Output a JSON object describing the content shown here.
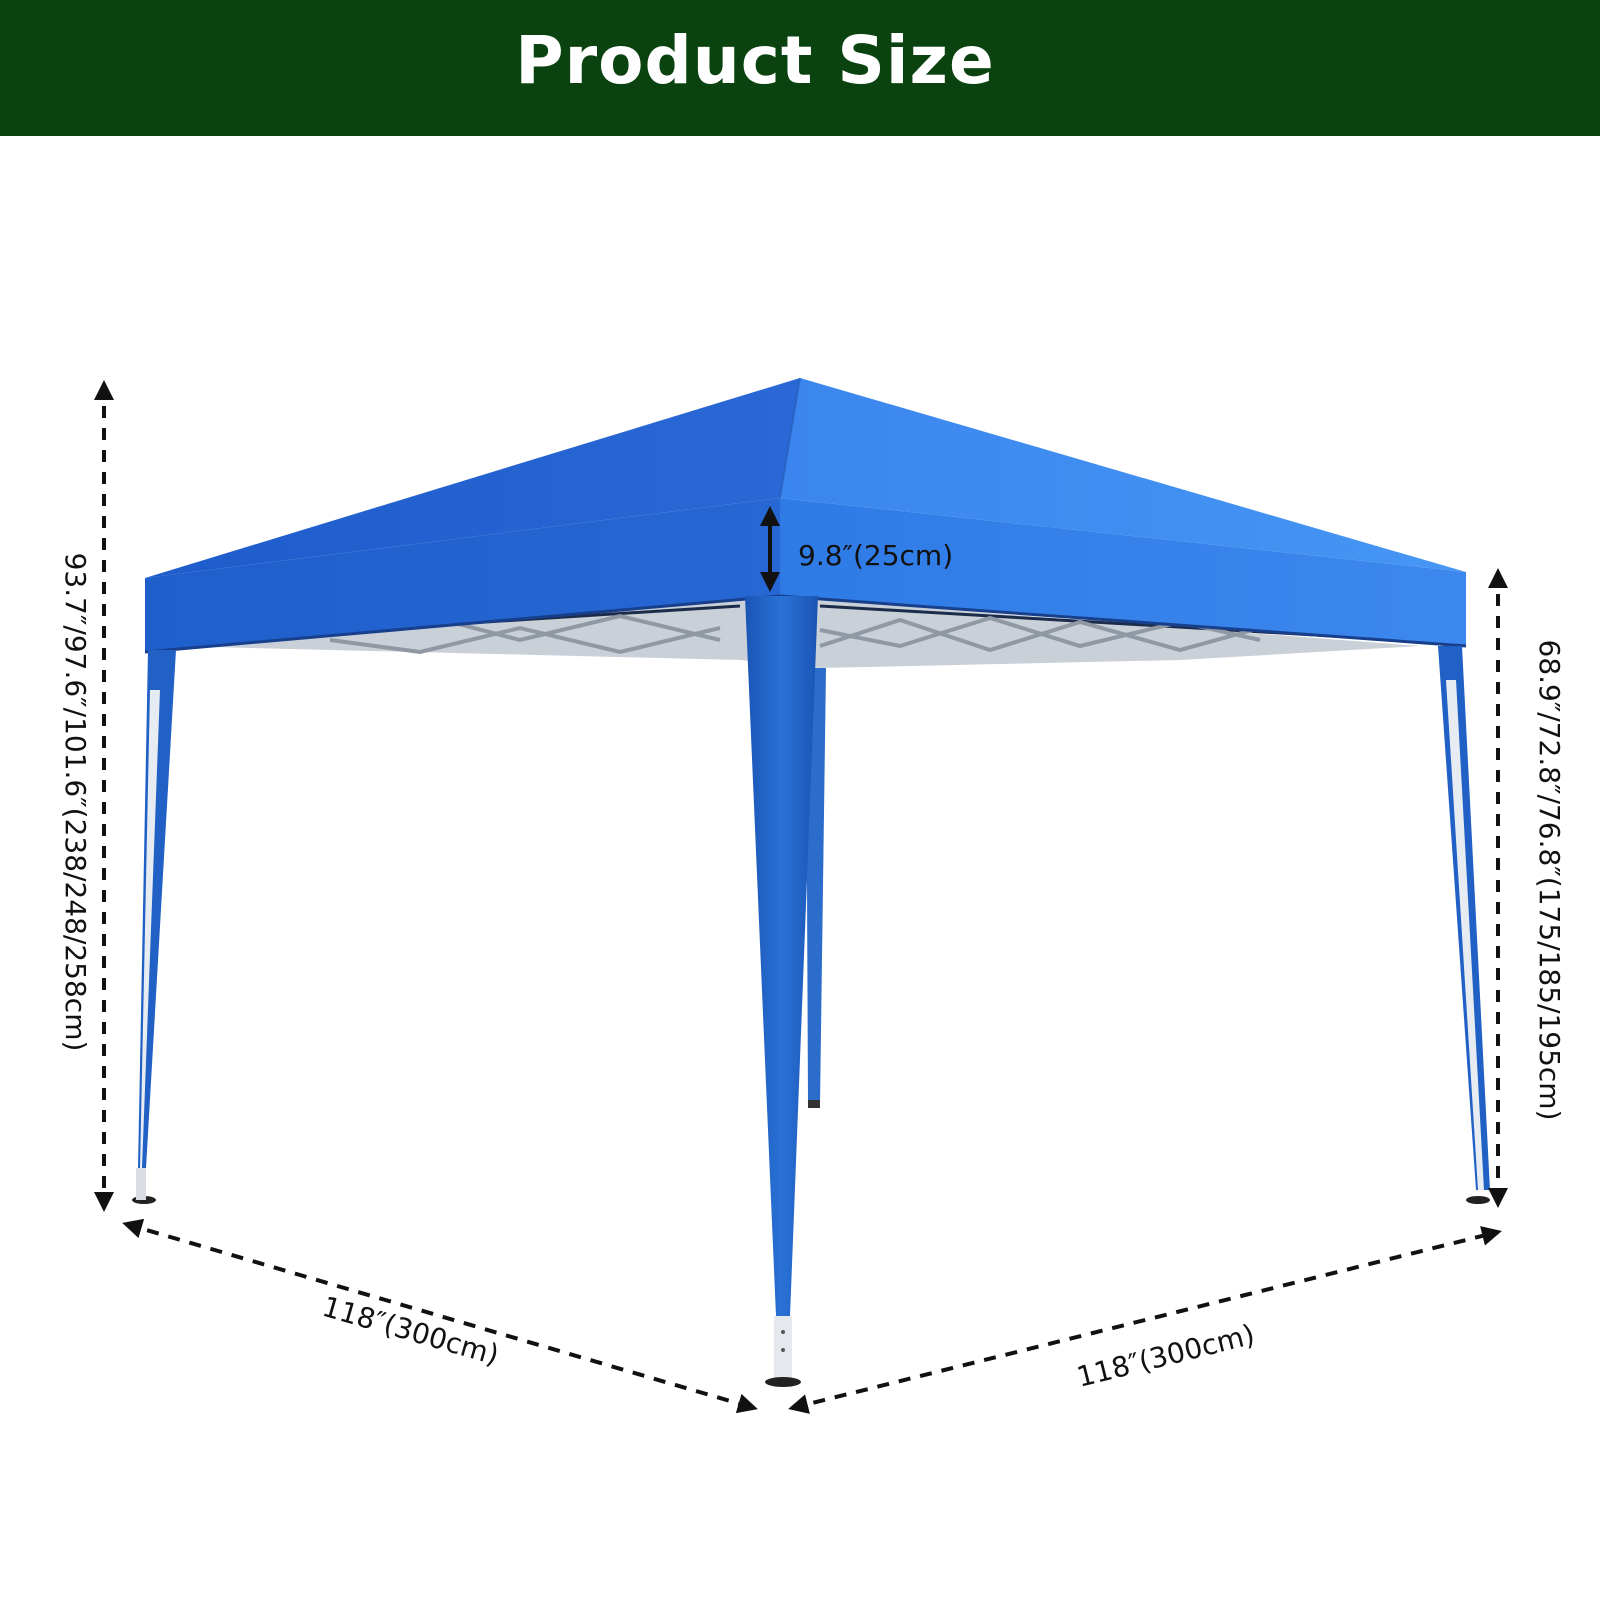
{
  "header": {
    "title": "Product Size"
  },
  "dimensions": {
    "total_height": "93.7″/97.6″/101.6″(238/248/258cm)",
    "eave_height": "68.9″/72.8″/76.8″(175/185/195cm)",
    "valance_height": "9.8″(25cm)",
    "left_width": "118″(300cm)",
    "right_width": "118″(300cm)"
  },
  "colors": {
    "banner": "#0a430f",
    "canopy_light": "#3f8ef0",
    "canopy_dark": "#1f5fc8",
    "leg": "#1d63c4",
    "frame": "#9aa3ad"
  }
}
